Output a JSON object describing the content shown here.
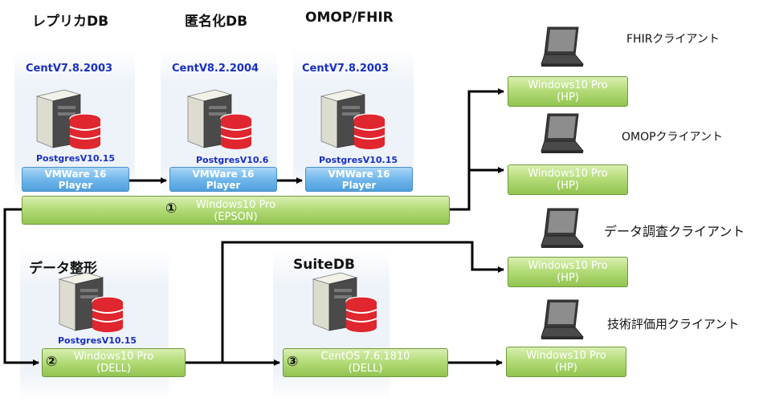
{
  "groups": {
    "replica": {
      "title": "レプリカDB",
      "os": "CentV7.8.2003",
      "db": "PostgresV10.15",
      "vm": [
        "VMWare 16",
        "Player"
      ]
    },
    "anon": {
      "title": "匿名化DB",
      "os": "CentV8.2.2004",
      "db": "PostgresV10.6",
      "vm": [
        "VMWare 16",
        "Player"
      ]
    },
    "omop": {
      "title": "OMOP/FHIR",
      "os": "CentV7.8.2003",
      "db": "PostgresV10.15",
      "vm": [
        "VMWare 16",
        "Player"
      ]
    },
    "shaping": {
      "title": "データ整形",
      "db": "PostgresV10.15"
    },
    "suite": {
      "title": "SuiteDB"
    }
  },
  "hosts": {
    "epson": {
      "num": "①",
      "line1": "Windows10 Pro",
      "line2": "(EPSON)"
    },
    "dell2": {
      "num": "②",
      "line1": "Windows10 Pro",
      "line2": "(DELL)"
    },
    "dell3": {
      "num": "③",
      "line1": "CentOS  7.6.1810",
      "line2": "(DELL)"
    }
  },
  "clients": [
    {
      "label": "FHIRクライアント",
      "line1": "Windows10 Pro",
      "line2": "(HP)"
    },
    {
      "label": "OMOPクライアント",
      "line1": "Windows10 Pro",
      "line2": "(HP)"
    },
    {
      "label": "データ調査クライアント",
      "line1": "Windows10 Pro",
      "line2": "(HP)"
    },
    {
      "label": "技術評価用クライアント",
      "line1": "Windows10 Pro",
      "line2": "(HP)"
    }
  ],
  "colors": {
    "os_text": "#1a2fbf",
    "green": "#9bcb5c",
    "blue": "#6cb4ea",
    "db_red": "#e0262e"
  }
}
